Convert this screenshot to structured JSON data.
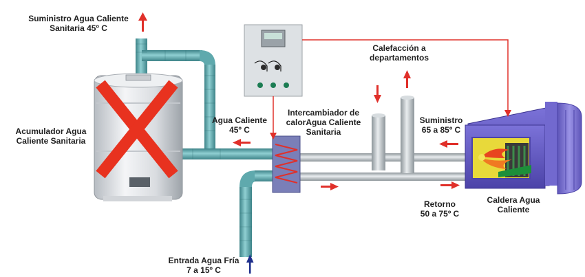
{
  "labels": {
    "dhw_supply": {
      "line1": "Suministro Agua Caliente",
      "line2": "Sanitaria 45º C"
    },
    "storage_tank": {
      "line1": "Acumulador Agua",
      "line2": "Caliente Sanitaria"
    },
    "hot_water": {
      "line1": "Agua Caliente",
      "line2": "45º C"
    },
    "exchanger": {
      "line1": "Intercambiador de",
      "line2": "calorAgua Caliente",
      "line3": "Sanitaria"
    },
    "heating": {
      "line1": "Calefacción a",
      "line2": "departamentos"
    },
    "supply": {
      "line1": "Suministro",
      "line2": "65 a 85º C"
    },
    "return": {
      "line1": "Retorno",
      "line2": "50 a 75º C"
    },
    "boiler": {
      "line1": "Caldera Agua",
      "line2": "Caliente"
    },
    "cold_inlet": {
      "line1": "Entrada Agua Fría",
      "line2": "7 a 15º C"
    }
  },
  "colors": {
    "pipe_teal": "#5fa9ad",
    "pipe_grey": "#b9c0c4",
    "arrow_red": "#e0302a",
    "arrow_blue": "#1e2f8c",
    "boiler_purple": "#6c62c9",
    "cross_red": "#e8321f"
  },
  "icons": [
    "up-arrow-icon",
    "down-arrow-icon",
    "right-arrow-icon",
    "left-arrow-icon",
    "cross-mark-icon",
    "flame-icon"
  ]
}
